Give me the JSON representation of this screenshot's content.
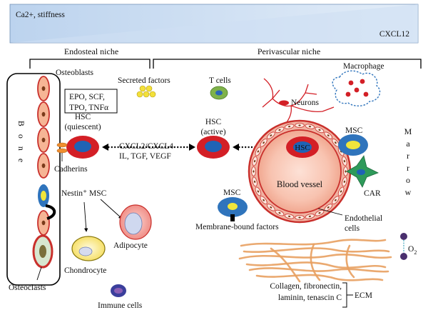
{
  "gradient": {
    "left_label": "Ca2+, stiffness",
    "right_label": "CXCL12"
  },
  "niches": {
    "endosteal": "Endosteal niche",
    "perivascular": "Perivascular niche"
  },
  "bone_label": "B o n e",
  "marrow_label": [
    "M",
    "a",
    "r",
    "r",
    "o",
    "w"
  ],
  "labels": {
    "osteoblasts": "Osteoblasts",
    "secreted_factors": "Secreted factors",
    "t_cells": "T cells",
    "macrophage": "Macrophage",
    "neurons": "Neurons",
    "factors_box": [
      "EPO, SCF,",
      "TPO, TNFα"
    ],
    "hsc_quiescent": [
      "HSC",
      "(quiescent)"
    ],
    "hsc_active": [
      "HSC",
      "(active)"
    ],
    "hsc_vessel": "HSC",
    "cadherins": "Cadherins",
    "chemokines": [
      "CXCL2/CXCL4",
      "IL, TGF, VEGF"
    ],
    "blood_vessel": "Blood vessel",
    "msc_right": "MSC",
    "msc_left": "MSC",
    "car": "CAR",
    "nestin_msc": "Nestin⁺ MSC",
    "membrane_bound": "Membrane-bound factors",
    "endothelial": [
      "Endothelial",
      "cells"
    ],
    "adipocyte": "Adipocyte",
    "chondrocyte": "Chondrocyte",
    "osteoclasts": "Osteoclasts",
    "immune_cells": "Immune cells",
    "o2": "O",
    "o2_sub": "2",
    "ecm_list": [
      "Collagen, fibronectin,",
      "laminin, tenascin C"
    ],
    "ecm": "ECM"
  },
  "colors": {
    "gradient_blue": "#c9dcf2",
    "cell_red": "#d31f26",
    "nucleus_blue": "#1f63b5",
    "osteoblast_orange": "#f4a880",
    "vessel_pink": "#f7b9a5",
    "msc_blue": "#2f74bc",
    "car_green": "#2e9a5a",
    "collagen_orange": "#e8a060",
    "secreted_yellow": "#f3e03a"
  }
}
